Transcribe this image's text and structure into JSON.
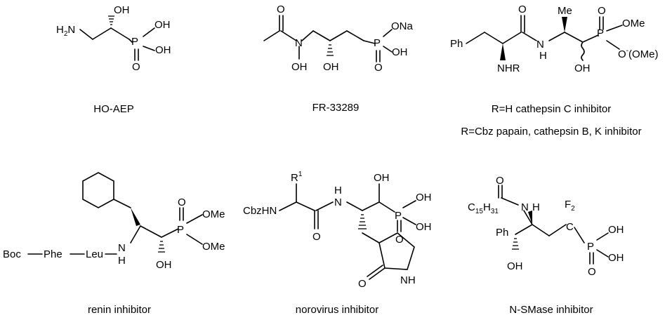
{
  "captions": {
    "ho_aep": "HO-AEP",
    "fr33289": "FR-33289",
    "cathepsin_c": "R=H cathepsin C inhibitor",
    "papain": "R=Cbz papain, cathepsin B, K inhibitor",
    "renin": "renin inhibitor",
    "norovirus": "norovirus inhibitor",
    "nsmase": "N-SMase inhibitor"
  },
  "labels": {
    "oh": "OH",
    "h2n": "H",
    "n": "N",
    "p": "P",
    "o": "O",
    "h": "H",
    "ona": "ONa",
    "ome": "OMe",
    "ome_alt": "(OMe)",
    "o_minus": "O",
    "minus": "-",
    "me": "Me",
    "ph": "Ph",
    "nhr": "NHR",
    "boc": "Boc",
    "phe": "Phe",
    "leu": "Leu",
    "cbzhn": "CbzHN",
    "r1": "R",
    "sup1": "1",
    "nh": "NH",
    "f2": "F",
    "c15h31": "C",
    "sub15": "15",
    "sub31": "31",
    "sub2": "2"
  }
}
